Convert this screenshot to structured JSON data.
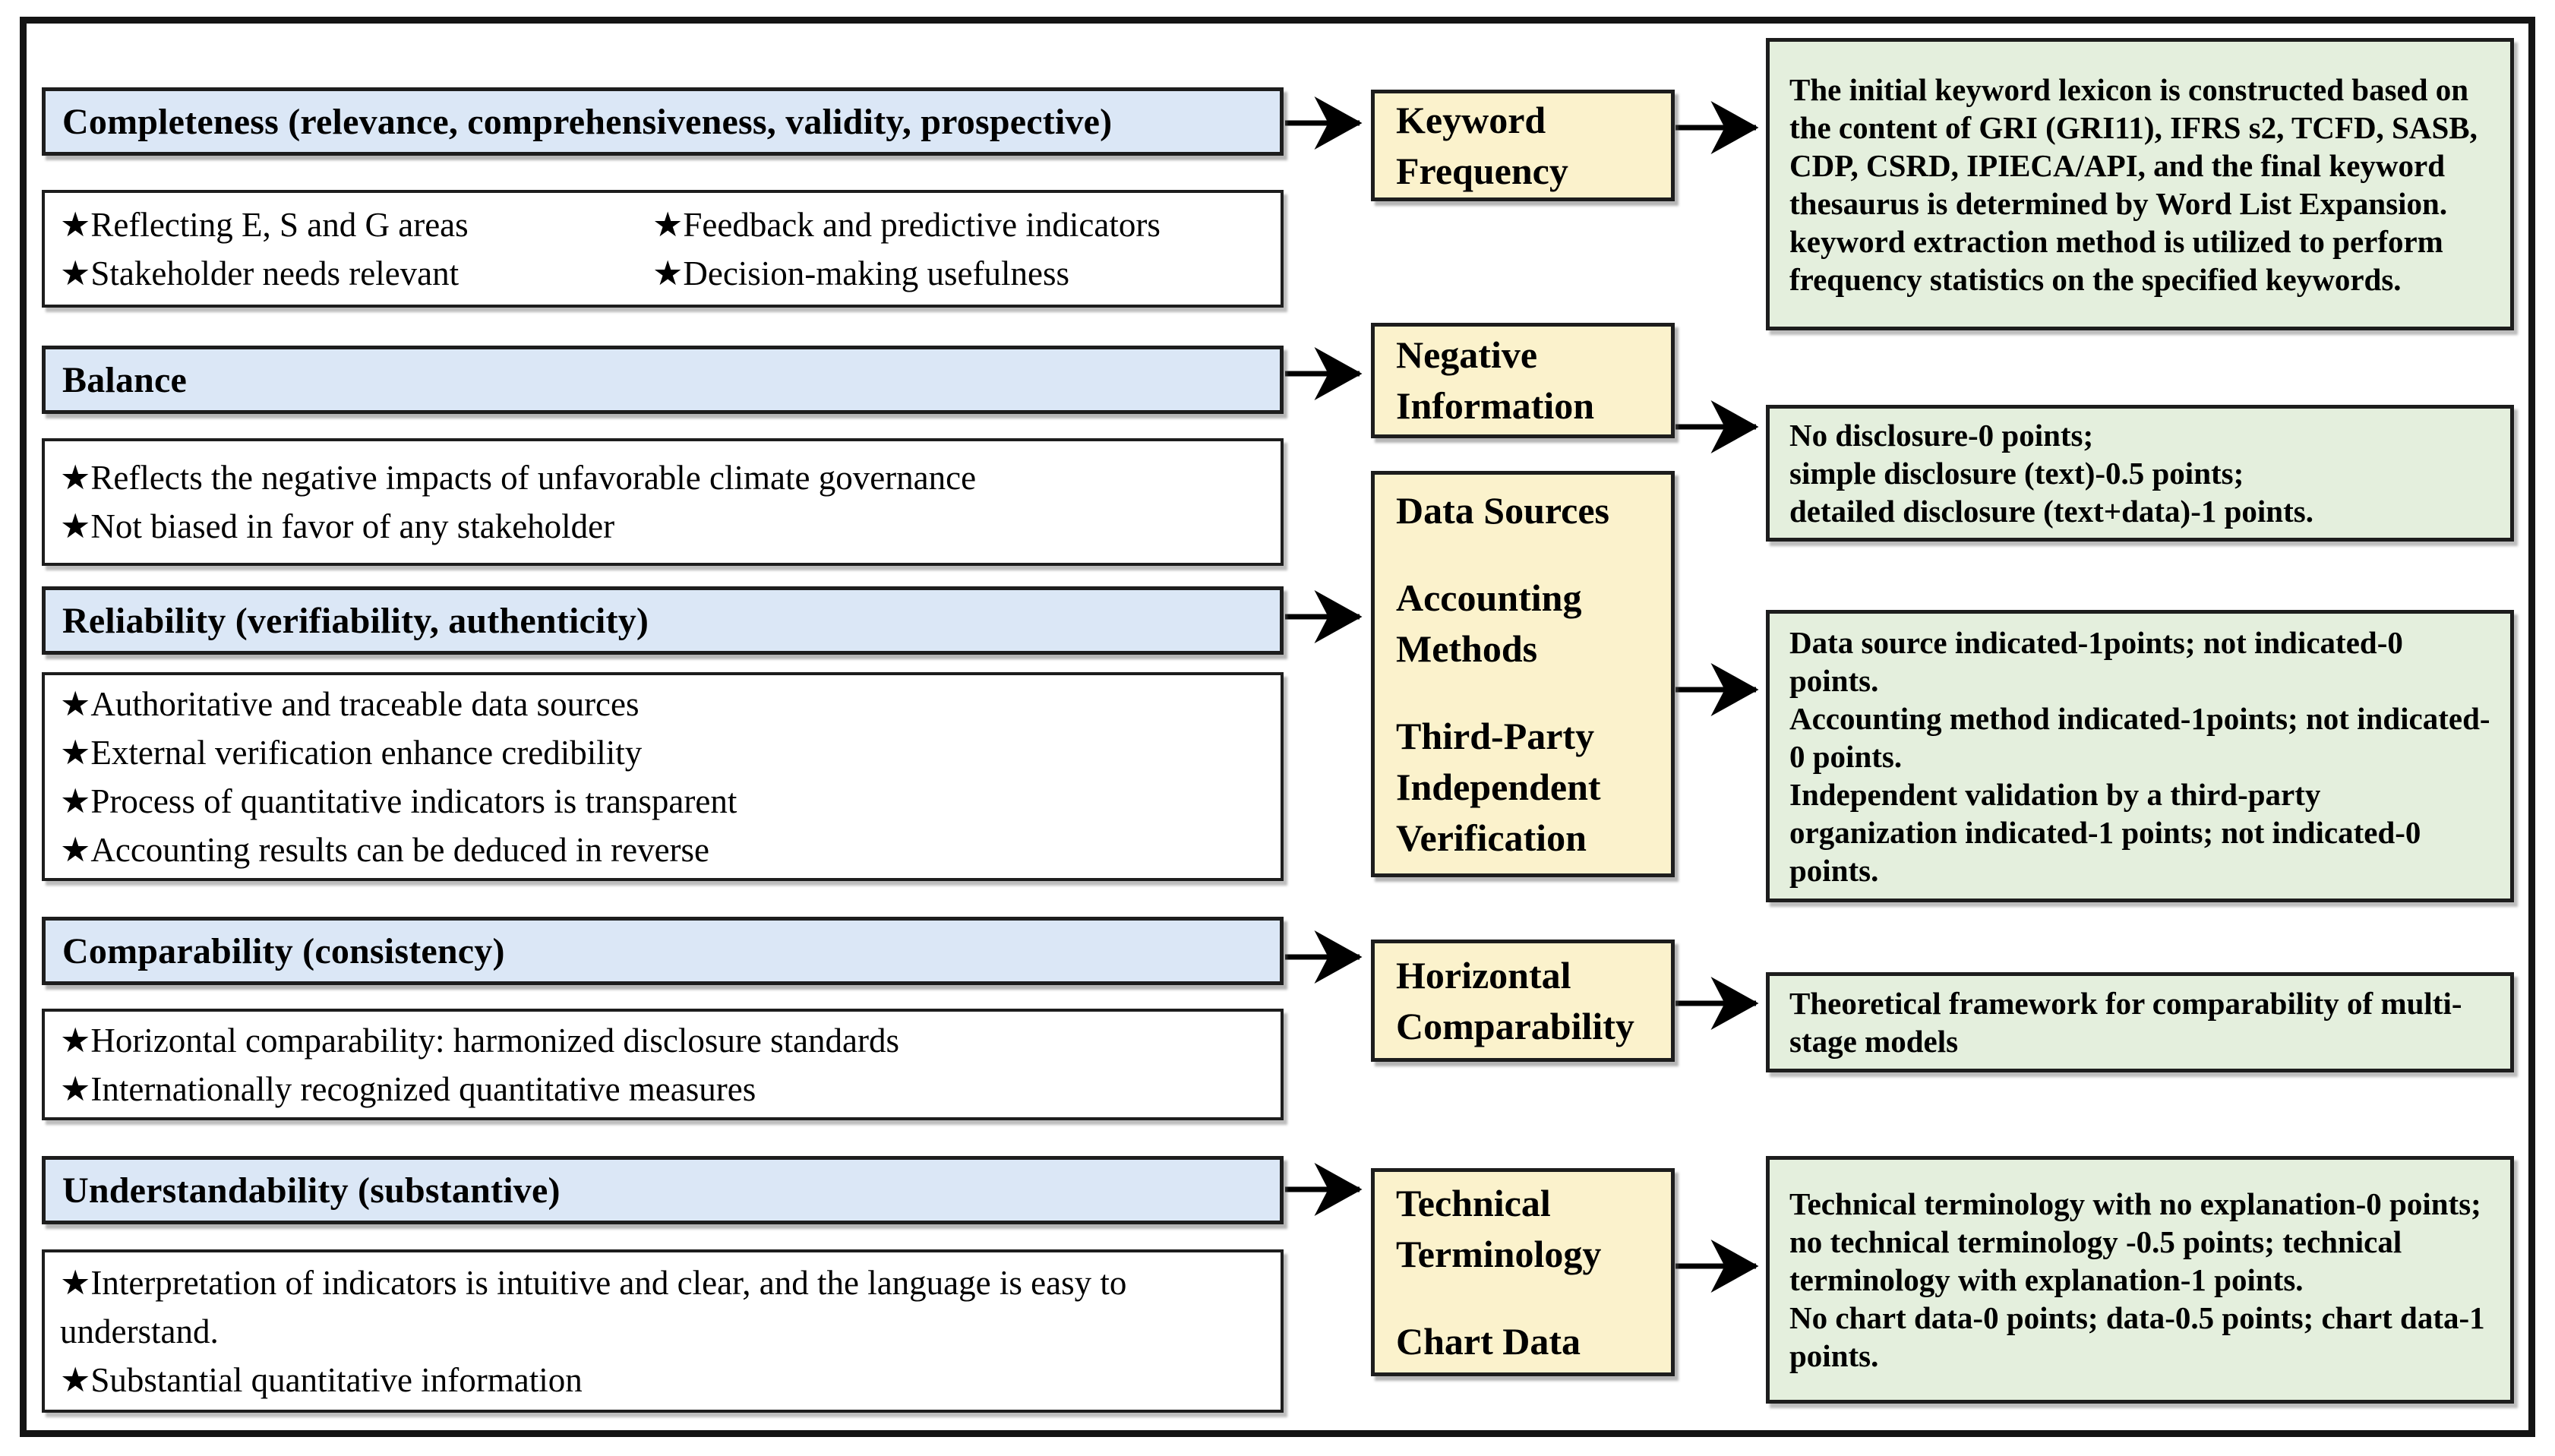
{
  "figure": {
    "description_left_column_role": "quality criteria",
    "colors": {
      "criterion_header_fill": "#dbe7f6",
      "detail_box_fill": "#ffffff",
      "process_box_fill": "#fbf2cc",
      "score_box_fill": "#e4efdd",
      "border": "#1d1d1d",
      "arrow": "#000000"
    }
  },
  "left": {
    "completeness": {
      "title": "Completeness (relevance, comprehensiveness, validity, prospective)",
      "col1": [
        "★Reflecting E, S and G areas",
        "★Stakeholder needs relevant"
      ],
      "col2": [
        "★Feedback and predictive indicators",
        "★Decision-making usefulness"
      ]
    },
    "balance": {
      "title": "Balance",
      "bullets": [
        "★Reflects the negative impacts of unfavorable climate governance",
        "★Not biased in favor of any stakeholder"
      ]
    },
    "reliability": {
      "title": "Reliability (verifiability, authenticity)",
      "bullets": [
        "★Authoritative and traceable data sources",
        "★External verification enhance credibility",
        "★Process of quantitative indicators is transparent",
        "★Accounting results can be deduced in reverse"
      ]
    },
    "comparability": {
      "title": "Comparability (consistency)",
      "bullets": [
        "★Horizontal comparability: harmonized disclosure standards",
        "★Internationally recognized quantitative measures"
      ]
    },
    "understandability": {
      "title": "Understandability (substantive)",
      "bullets": [
        "★Interpretation of indicators is intuitive and clear, and the language is easy to understand.",
        "★Substantial quantitative information"
      ]
    }
  },
  "middle": {
    "keyword_frequency": "Keyword Frequency",
    "negative_information": "Negative Information",
    "reliability_items": [
      "Data Sources",
      "Accounting Methods",
      "Third-Party Independent Verification"
    ],
    "horizontal_comparability": "Horizontal Comparability",
    "understandability_items": [
      "Technical Terminology",
      "Chart Data"
    ]
  },
  "right": {
    "keyword_lexicon": "The initial keyword lexicon is constructed based on the content of GRI (GRI11), IFRS s2, TCFD, SASB, CDP, CSRD, IPIECA/API, and the final keyword thesaurus is determined by Word List Expansion. keyword extraction method is utilized to perform frequency statistics on the specified keywords.",
    "negative_scoring": [
      "No disclosure-0 points;",
      "simple disclosure (text)-0.5 points;",
      "detailed disclosure (text+data)-1 points."
    ],
    "reliability_scoring": [
      "Data source indicated-1points; not indicated-0 points.",
      "Accounting method indicated-1points; not indicated-0 points.",
      "Independent validation by a third-party organization indicated-1 points; not indicated-0 points."
    ],
    "comparability_scoring": "Theoretical framework for comparability of multi-stage models",
    "understandability_scoring": [
      "Technical terminology with no explanation-0 points; no technical terminology -0.5 points; technical terminology with explanation-1 points.",
      "No chart data-0 points; data-0.5 points; chart data-1 points."
    ]
  }
}
